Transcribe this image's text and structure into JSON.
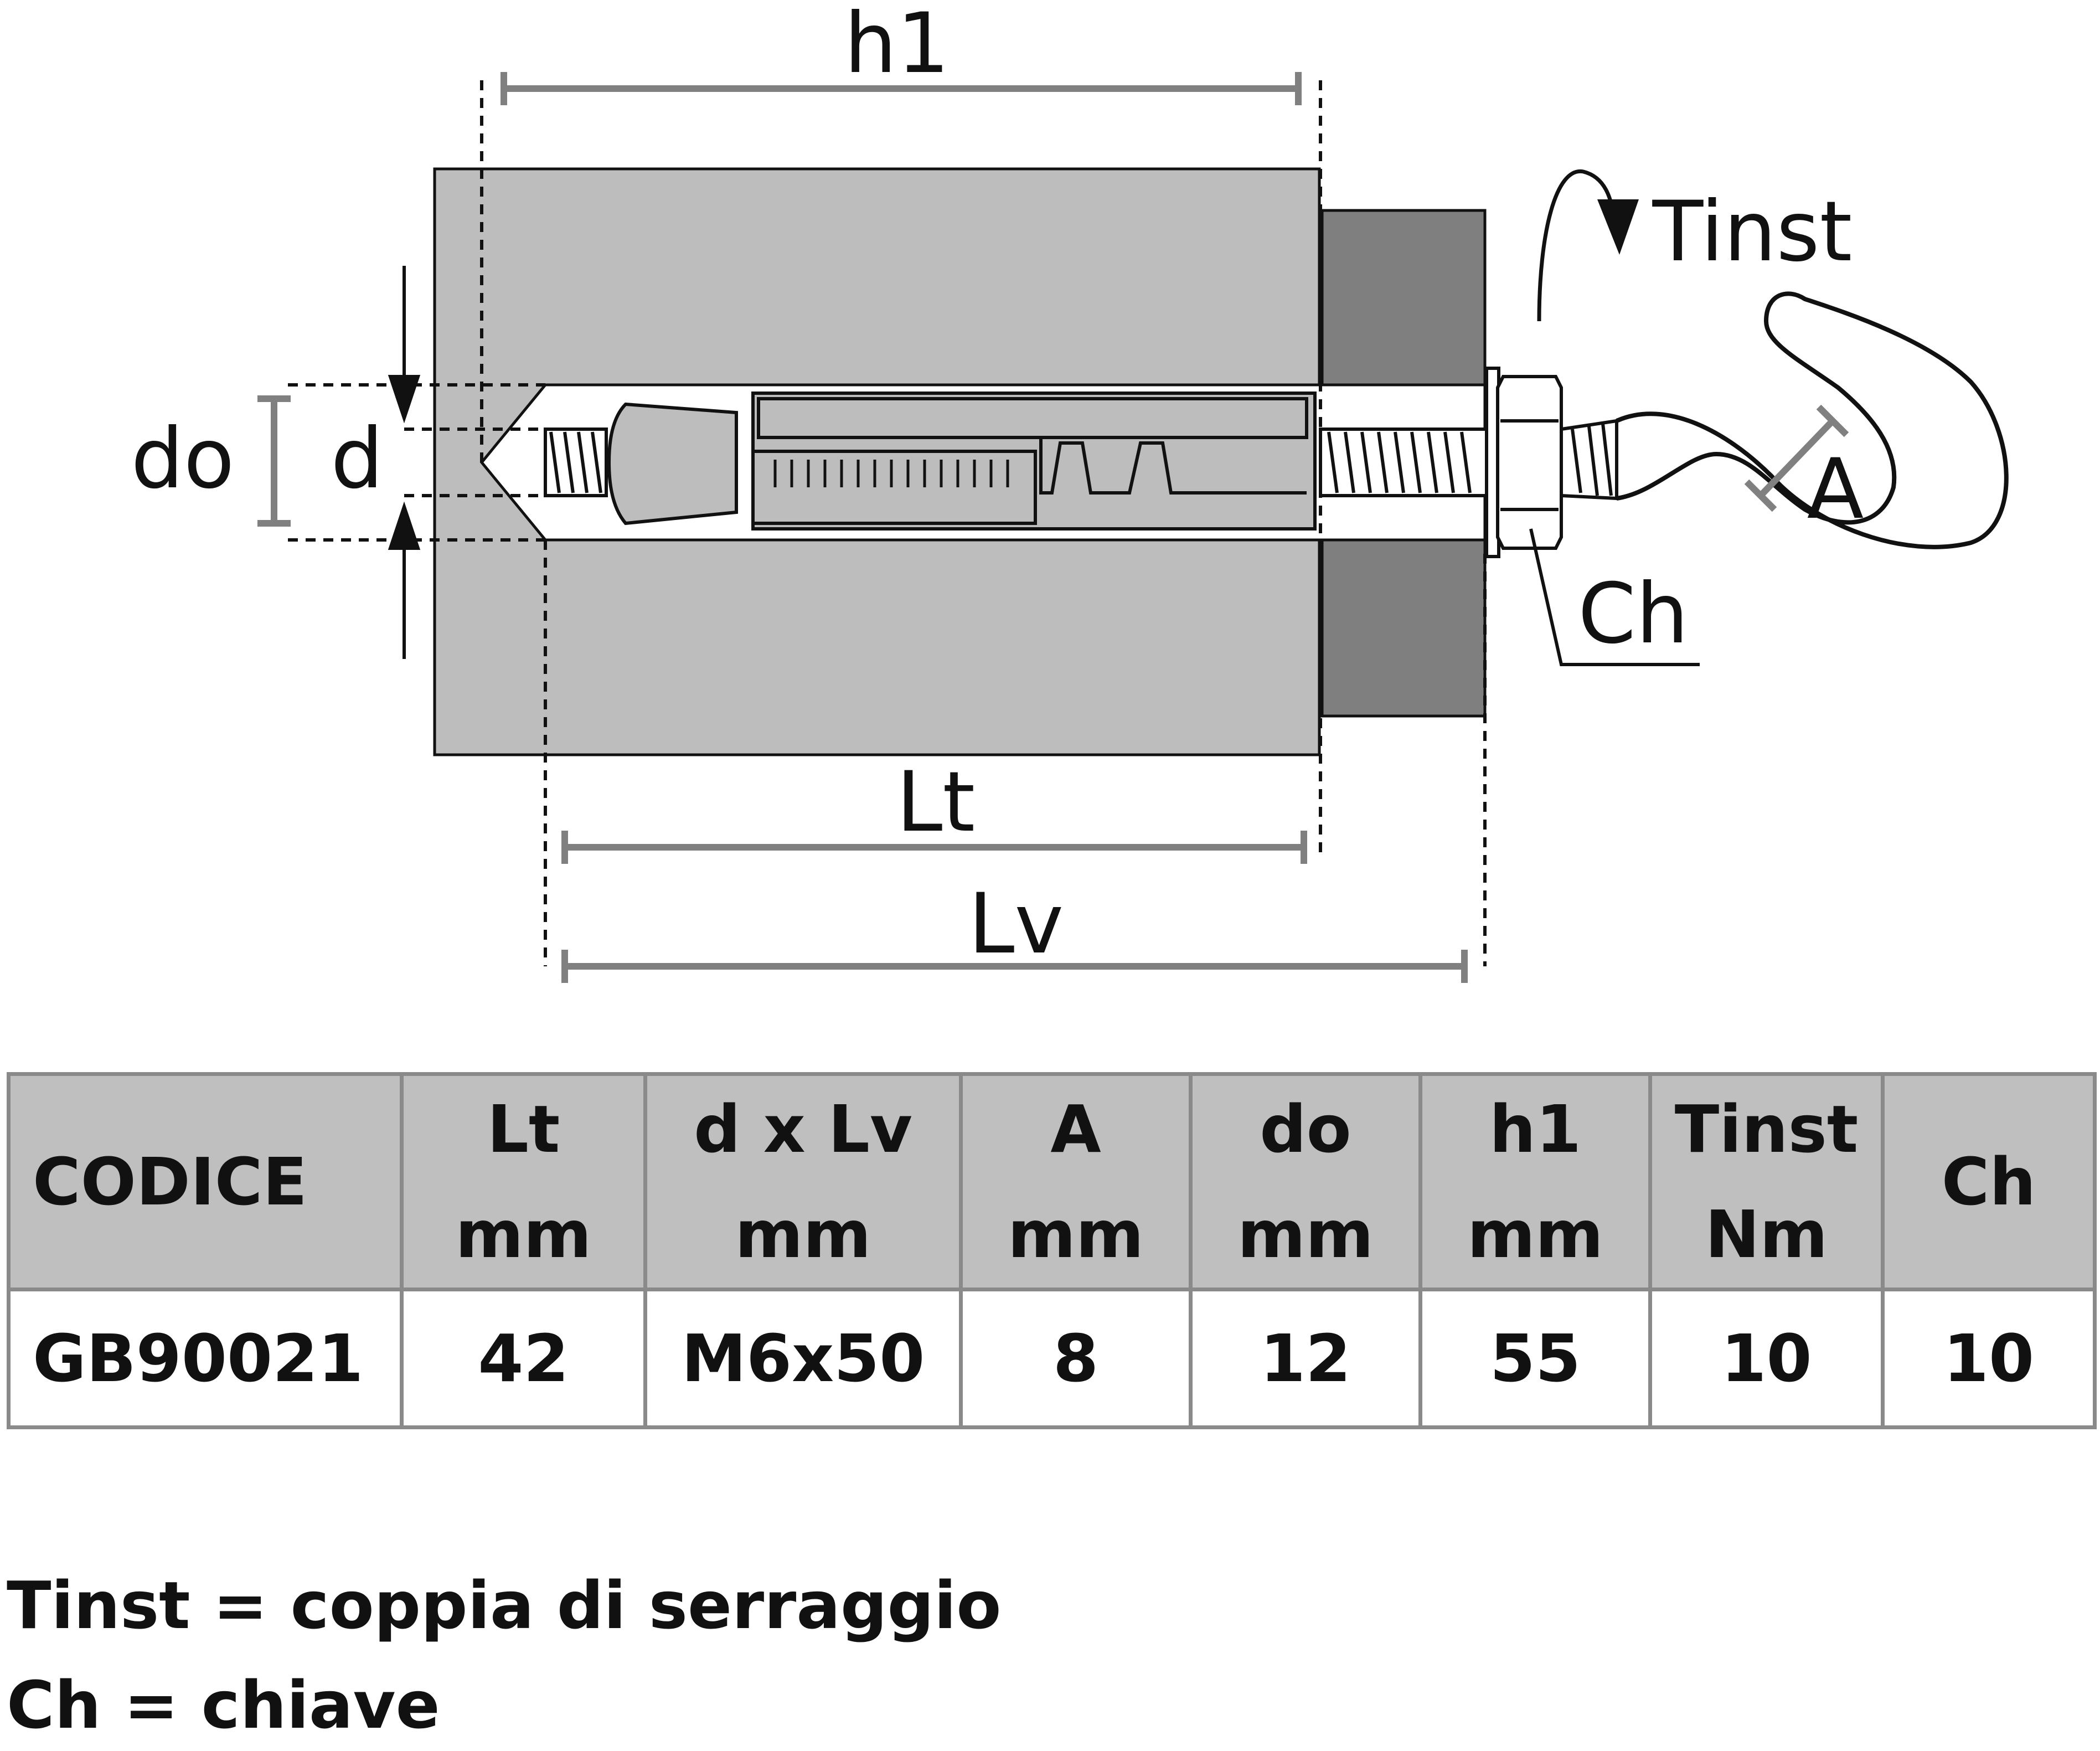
{
  "diagram": {
    "labels": {
      "h1": "h1",
      "Lt": "Lt",
      "Lv": "Lv",
      "do": "do",
      "d": "d",
      "A": "A",
      "Ch": "Ch",
      "Tinst": "Tinst"
    },
    "colors": {
      "base_material": "#bdbdbd",
      "fixture": "#7f7f7f",
      "dimension_line": "#808080",
      "outline": "#111111"
    }
  },
  "table": {
    "headers": [
      {
        "line1": "CODICE",
        "line2": ""
      },
      {
        "line1": "Lt",
        "line2": "mm"
      },
      {
        "line1": "d x Lv",
        "line2": "mm"
      },
      {
        "line1": "A",
        "line2": "mm"
      },
      {
        "line1": "do",
        "line2": "mm"
      },
      {
        "line1": "h1",
        "line2": "mm"
      },
      {
        "line1": "Tinst",
        "line2": "Nm"
      },
      {
        "line1": "Ch",
        "line2": ""
      }
    ],
    "rows": [
      [
        "GB90021",
        "42",
        "M6x50",
        "8",
        "12",
        "55",
        "10",
        "10"
      ]
    ]
  },
  "legend": [
    "Tinst = coppia di serraggio",
    "Ch = chiave"
  ]
}
